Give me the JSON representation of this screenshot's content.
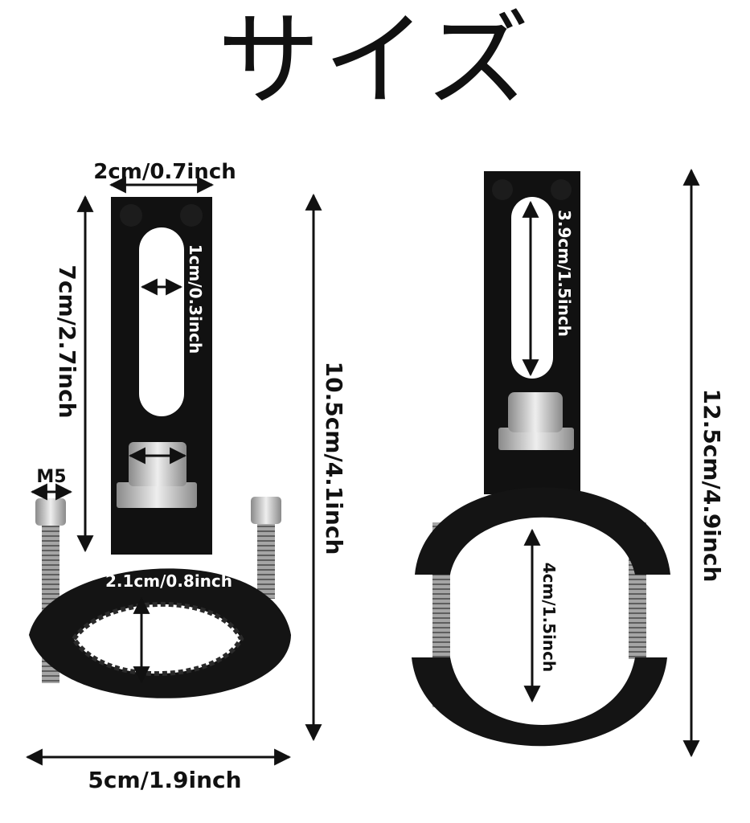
{
  "title": "サイズ",
  "left_bracket": {
    "top_width": "2cm/0.7inch",
    "slot_width": "1cm/0.3inch",
    "arm_height": "7cm/2.7inch",
    "total_height": "10.5cm/4.1inch",
    "bolt": "M5",
    "inner_diameter": "2.1cm/0.8inch",
    "bottom_width": "5cm/1.9inch"
  },
  "right_bracket": {
    "slot_length": "3.9cm/1.5inch",
    "inner_diameter": "4cm/1.5inch",
    "total_height": "12.5cm/4.9inch"
  },
  "colors": {
    "part": "#111111",
    "text": "#111111",
    "bolt": "#b8b8b8"
  }
}
